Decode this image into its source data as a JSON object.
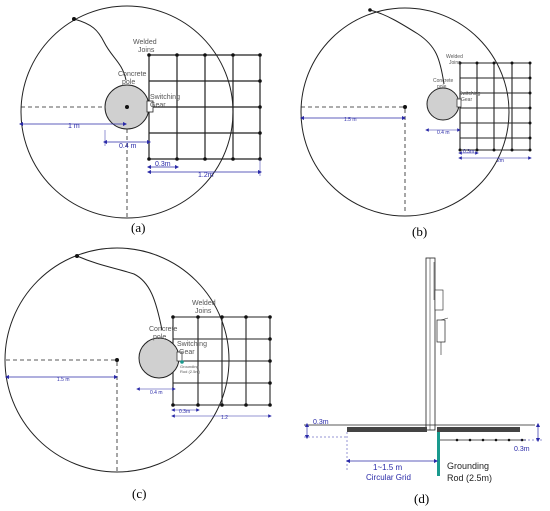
{
  "panels": {
    "a": {
      "caption": "(a)",
      "labels": {
        "welded": "Welded Joins",
        "pole": "Concrete pole",
        "gear": "Switching Gear"
      },
      "dims": {
        "radius": "1 m",
        "pole": "0.4 m",
        "spacing": "0.3m",
        "grid": "1.2m"
      }
    },
    "b": {
      "caption": "(b)",
      "labels": {
        "welded": "Welded Joins",
        "pole": "Concrete pole",
        "gear": "Switching Gear"
      },
      "dims": {
        "radius": "1.5 m",
        "pole": "0.4 m",
        "spacing": "0.3m",
        "grid": "2m"
      }
    },
    "c": {
      "caption": "(c)",
      "labels": {
        "welded": "Welded Joins",
        "pole": "Concrete pole",
        "gear": "Switching Gear",
        "rod": "Grounding Rod (2.5m)"
      },
      "dims": {
        "radius": "1.5 m",
        "pole": "0.4 m",
        "spacing": "0.3m",
        "grid": "1.2"
      }
    },
    "d": {
      "caption": "(d)",
      "dims": {
        "depth_left": "0.3m",
        "depth_right": "0.3m",
        "range": "1~1.5 m",
        "range_sub": "Circular Grid"
      },
      "rod_label_1": "Grounding",
      "rod_label_2": "Rod (2.5m)"
    }
  },
  "colors": {
    "dimension": "#2a2aa8",
    "rod": "#1a9a8e",
    "pole_fill": "#d0d0d0",
    "line": "#222222"
  }
}
